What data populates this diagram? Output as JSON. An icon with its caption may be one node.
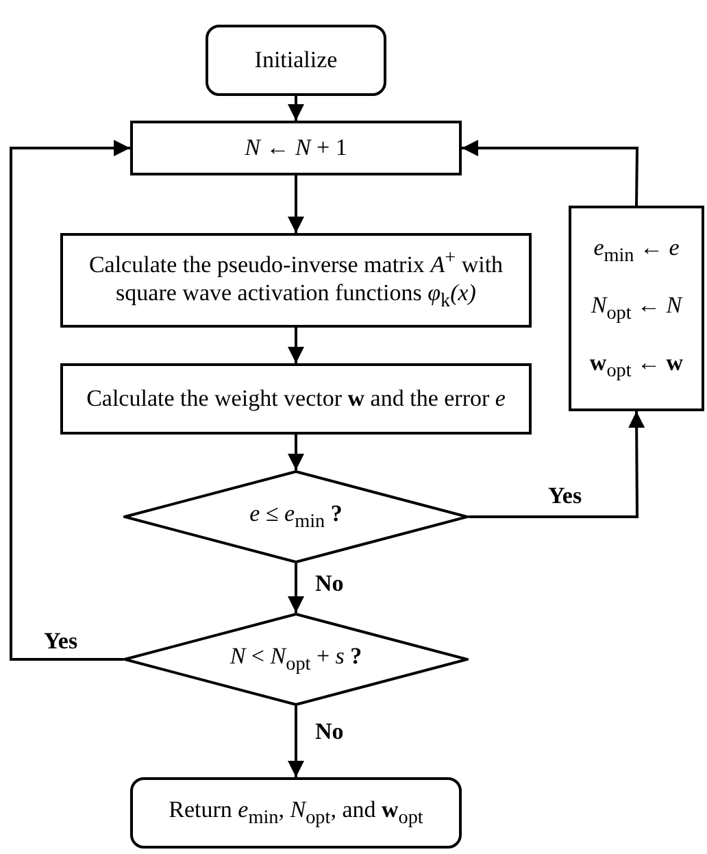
{
  "diagram": {
    "nodes": [
      {
        "text": [
          "Initialize"
        ]
      },
      {
        "text": [
          "*N* ← *N* + 1"
        ]
      },
      {
        "text": [
          "Calculate the pseudo-inverse matrix *A*$^{+}$ with square wave activation functions *φ*$_{k}$*(x)*"
        ]
      },
      {
        "text": [
          "Calculate the weight vector **w** and the error *e*"
        ]
      },
      {
        "text": [
          "*e* ≤ *e*$_{min}$ **?**"
        ]
      },
      {
        "text": [
          "*N* < *N*$_{opt}$ + *s* **?**"
        ]
      },
      {
        "text": [
          "Return *e*$_{min}$, *N*$_{opt}$, and **w**$_{opt}$"
        ]
      },
      {
        "text": [
          "*e*$_{min}$ ← *e*",
          "*N*$_{opt}$ ← *N*",
          "**w**$_{opt}$ ← **w**"
        ]
      }
    ],
    "edges": [
      {
        "from": 0,
        "to": 1,
        "arrow": "to"
      },
      {
        "from": 1,
        "to": 2,
        "arrow": "to"
      },
      {
        "from": 2,
        "to": 3,
        "arrow": "to"
      },
      {
        "from": 3,
        "to": 4,
        "arrow": "to"
      },
      {
        "from": 4,
        "to": 7,
        "arrow": "to",
        "label": "Yes"
      },
      {
        "from": 7,
        "to": 1,
        "arrow": "to"
      },
      {
        "from": 4,
        "to": 5,
        "arrow": "to",
        "label": "No"
      },
      {
        "from": 5,
        "to": 1,
        "arrow": "to",
        "label": "Yes"
      },
      {
        "from": 5,
        "to": 6,
        "arrow": "to",
        "label": "No"
      }
    ]
  }
}
